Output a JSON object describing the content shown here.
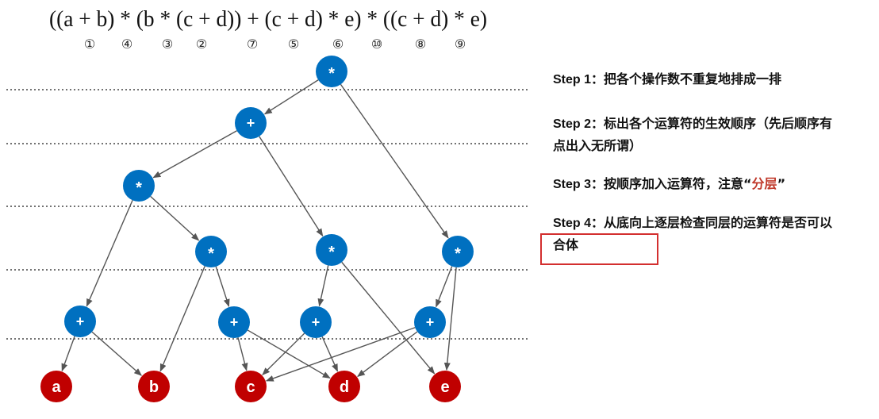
{
  "expression": {
    "text": "((a + b) * (b * (c + d)) + (c + d) * e) * ((c + d) * e)",
    "markers": [
      "①",
      "④",
      "③",
      "②",
      "⑦",
      "⑤",
      "⑥",
      "⑩",
      "⑧",
      "⑨"
    ]
  },
  "colors": {
    "operator_node": "#0070c0",
    "operand_node": "#c00000",
    "edge": "#555555",
    "highlight": "#d32f2f",
    "accent_text": "#c0392b"
  },
  "nodes": [
    {
      "id": "n1",
      "label": "*"
    },
    {
      "id": "n2",
      "label": "+"
    },
    {
      "id": "n3",
      "label": "*"
    },
    {
      "id": "n4",
      "label": "*"
    },
    {
      "id": "n5",
      "label": "*"
    },
    {
      "id": "n6",
      "label": "*"
    },
    {
      "id": "n7",
      "label": "+"
    },
    {
      "id": "n8",
      "label": "+"
    },
    {
      "id": "n9",
      "label": "+"
    },
    {
      "id": "n10",
      "label": "+"
    },
    {
      "id": "a",
      "label": "a"
    },
    {
      "id": "b",
      "label": "b"
    },
    {
      "id": "c",
      "label": "c"
    },
    {
      "id": "d",
      "label": "d"
    },
    {
      "id": "e",
      "label": "e"
    }
  ],
  "edges": [
    [
      "n1",
      "n2"
    ],
    [
      "n1",
      "n6"
    ],
    [
      "n2",
      "n3"
    ],
    [
      "n2",
      "n5"
    ],
    [
      "n3",
      "n7"
    ],
    [
      "n3",
      "n4"
    ],
    [
      "n4",
      "b"
    ],
    [
      "n4",
      "n8"
    ],
    [
      "n5",
      "n9"
    ],
    [
      "n5",
      "e"
    ],
    [
      "n6",
      "n10"
    ],
    [
      "n6",
      "e"
    ],
    [
      "n7",
      "a"
    ],
    [
      "n7",
      "b"
    ],
    [
      "n8",
      "c"
    ],
    [
      "n8",
      "d"
    ],
    [
      "n9",
      "c"
    ],
    [
      "n9",
      "d"
    ],
    [
      "n10",
      "c"
    ],
    [
      "n10",
      "d"
    ]
  ],
  "steps": {
    "step1": {
      "title": "Step 1",
      "text": "：把各个操作数不重复地排成一排"
    },
    "step2": {
      "title": "Step 2",
      "text": "：标出各个运算符的生效顺序（先后顺序有点出入无所谓）"
    },
    "step3": {
      "title": "Step 3",
      "text": "：按顺序加入运算符，注意",
      "quote_open": "“",
      "highlight": "分层",
      "quote_close": "”"
    },
    "step4": {
      "title": "Step 4",
      "text": "：从底向上逐层检查同层的运算符是否可以合体"
    }
  }
}
